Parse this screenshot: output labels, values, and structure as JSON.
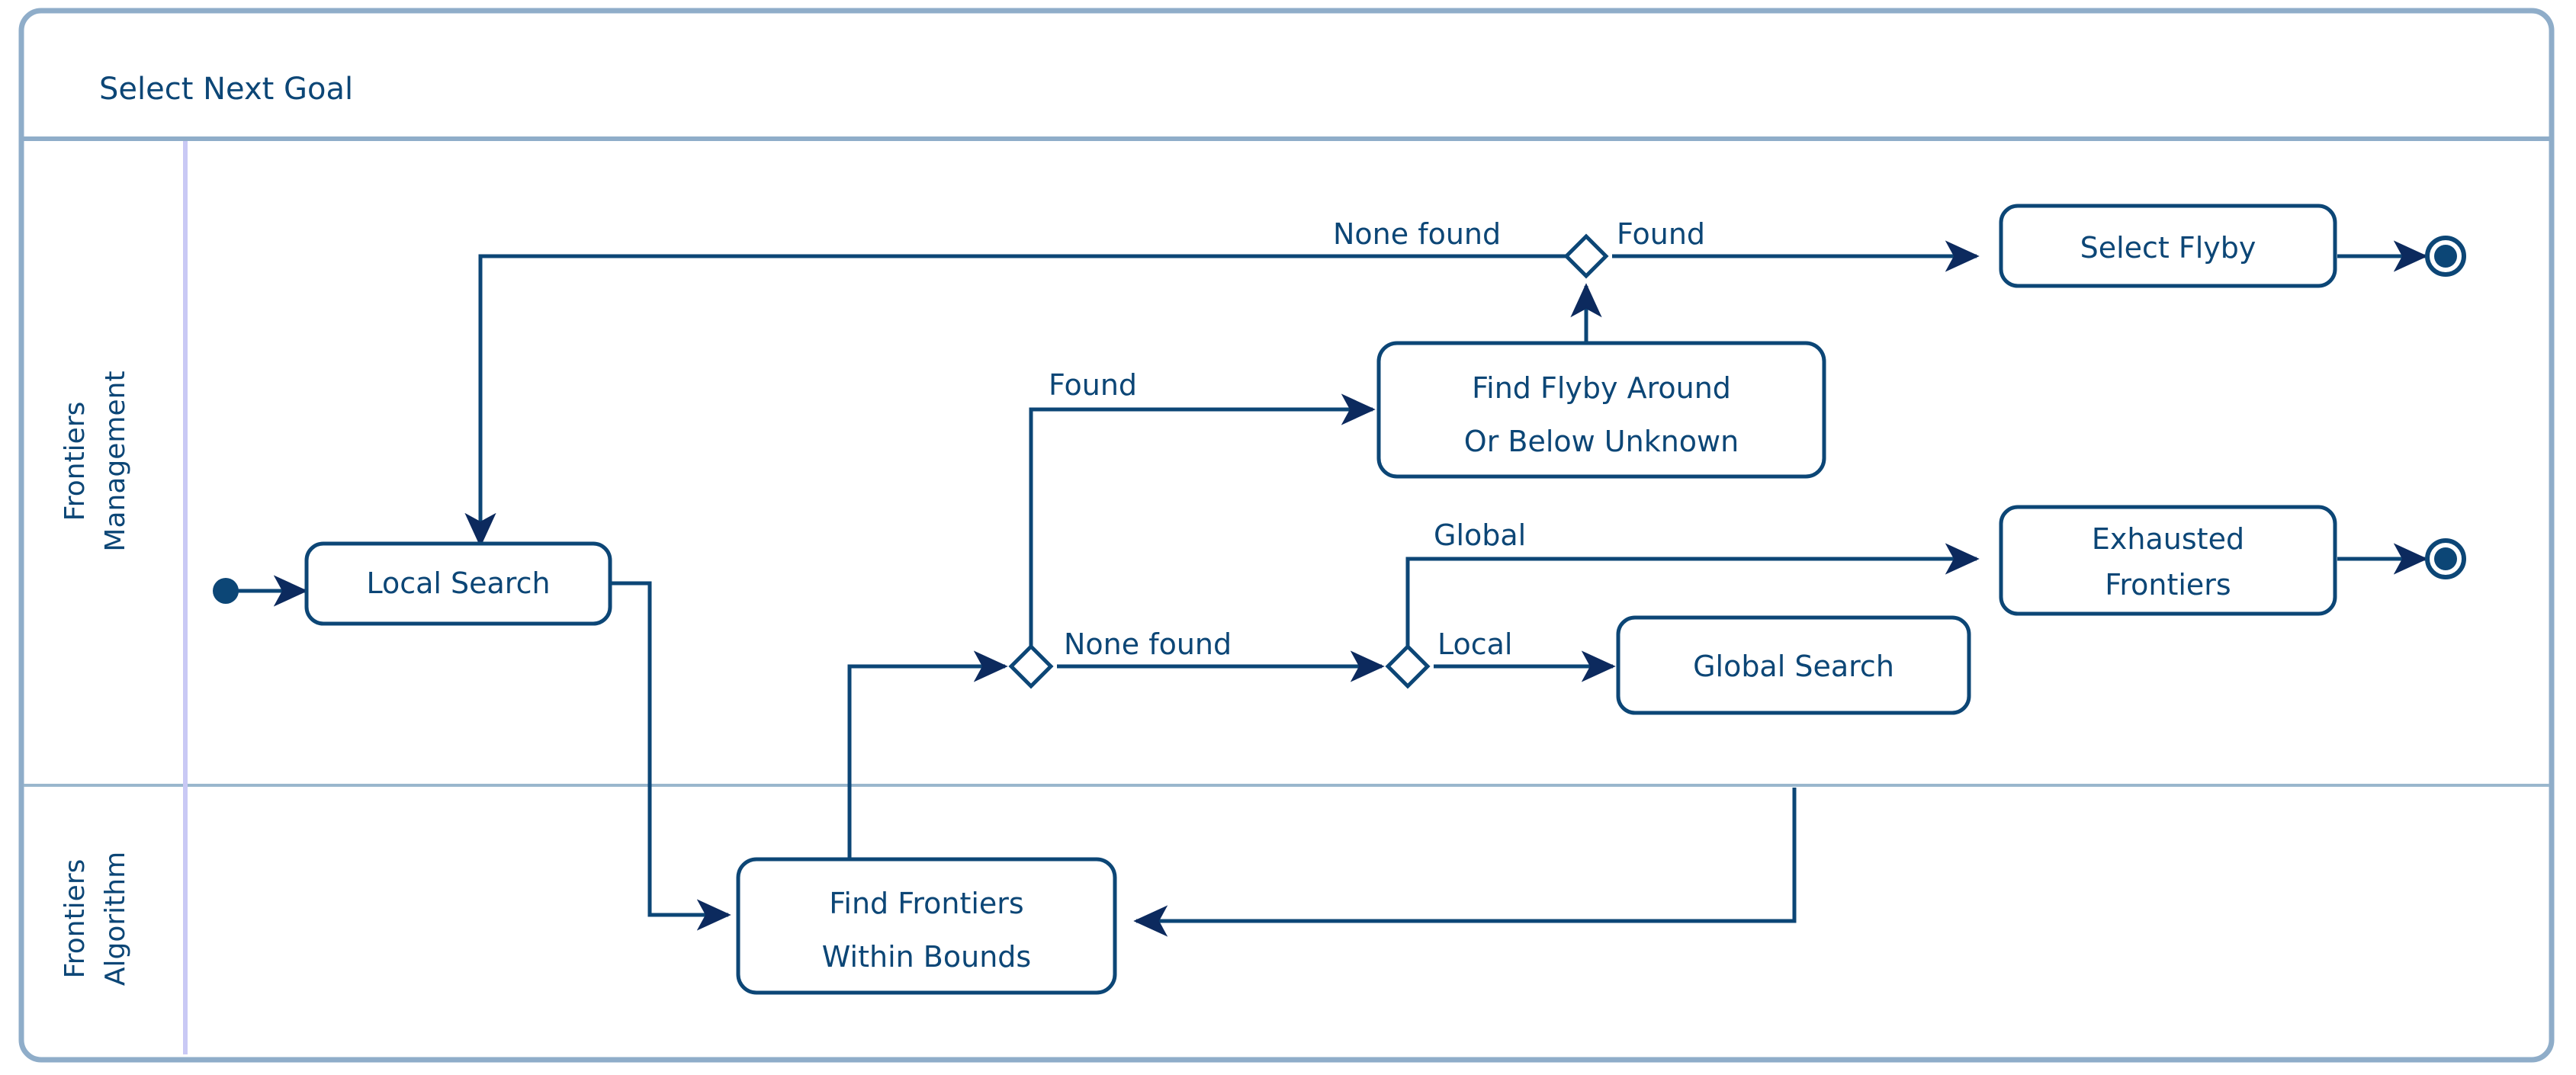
{
  "frame": {
    "title": "Select Next Goal",
    "border_color": "#8fadc9",
    "accent_color": "#0c4676",
    "lane_line_color": "#c9c9f5"
  },
  "lanes": [
    {
      "id": "frontiers-management",
      "line1": "Frontiers",
      "line2": "Management"
    },
    {
      "id": "frontiers-algorithm",
      "line1": "Frontiers",
      "line2": "Algorithm"
    }
  ],
  "nodes": {
    "local_search": {
      "label": "Local Search"
    },
    "find_flyby": {
      "line1": "Find Flyby Around",
      "line2": "Or Below Unknown"
    },
    "select_flyby": {
      "label": "Select Flyby"
    },
    "exhausted": {
      "line1": "Exhausted",
      "line2": "Frontiers"
    },
    "global_search": {
      "label": "Global Search"
    },
    "find_frontiers": {
      "line1": "Find Frontiers",
      "line2": "Within Bounds"
    }
  },
  "edge_labels": {
    "top_none_found": "None found",
    "top_found": "Found",
    "flyby_found": "Found",
    "mid_none_found": "None found",
    "scope_global": "Global",
    "scope_local": "Local"
  },
  "control_nodes": {
    "start": "initial-node",
    "end_flyby": "final-node",
    "end_exhausted": "final-node",
    "merge_top": "merge-diamond",
    "decision_frontiers": "decision-diamond",
    "decision_scope": "decision-diamond"
  }
}
